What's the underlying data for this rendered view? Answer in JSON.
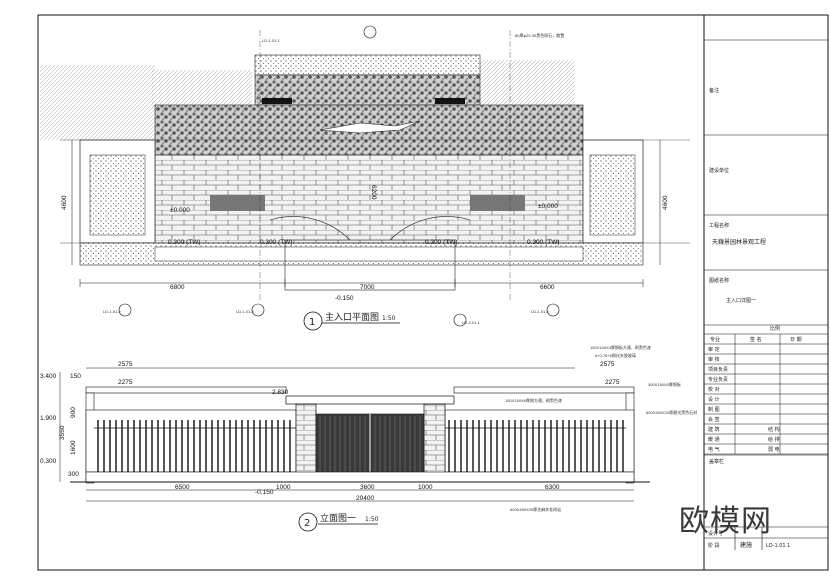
{
  "title_block": {
    "remarks_label": "备注",
    "client_label": "建设单位",
    "project_label": "工程名称",
    "project_name": "天巍景园林景观工程",
    "drawing_label": "图纸名称",
    "drawing_name": "主入口详图一",
    "scale_label": "比例",
    "sign_headers": [
      "专业",
      "签 名",
      "日 期"
    ],
    "sign_rows": [
      "审 定",
      "审 核",
      "项目负责",
      "专业负责",
      "校 对",
      "设 计",
      "制 图"
    ],
    "cosign_label": "会 签",
    "cosign_rows": [
      [
        "建 筑",
        "结 构"
      ],
      [
        "暖 通",
        "给 排"
      ],
      [
        "电 气",
        "弱 电"
      ]
    ],
    "stamp_label": "盖章栏",
    "footer_design": "设计号",
    "footer_stage": "阶 段",
    "footer_stage_value": "建施",
    "footer_sheet": "LD-1.01.1"
  },
  "plan": {
    "title": "主入口平面图",
    "number": "1",
    "scale": "1:50",
    "dims_bottom": [
      "6800",
      "7000",
      "6600"
    ],
    "dim_height": "4600",
    "dim_inner": "6200",
    "elev_labels": [
      "±0.000",
      "±0.000"
    ],
    "detail_refs": [
      "LD-1.01.2",
      "LD-1.01.2",
      "LD-2.01.1",
      "LD-1.01.2",
      "LD-1.01.1"
    ],
    "note_top": "80厚φ20-30黑色卵石，散置",
    "levels": [
      "0.300 (TW)",
      "0.300 (TW)",
      "0.300 (TW)",
      "0.300 (TW)",
      "-0.150"
    ]
  },
  "elevation": {
    "title": "立面图一",
    "number": "2",
    "scale": "1:50",
    "dims_top": [
      "2575",
      "2275",
      "2575",
      "2275"
    ],
    "dims_bottom": [
      "6500",
      "1000",
      "3600",
      "1000",
      "6300"
    ],
    "dim_total": "20400",
    "dim_side": [
      "150",
      "900",
      "1600",
      "3550",
      "300"
    ],
    "levels": [
      "3.400",
      "2.830",
      "1.900",
      "0.300",
      "-0.150"
    ],
    "notes": [
      "150X100X4厚钢板方通，刷黑色漆",
      "6+0.76+6钢化夹胶玻璃",
      "150X150X6厚钢方通，刷黑色漆",
      "300X150X5厚钢板",
      "600X300X20厚磨光黑色石材",
      "600X450X25厚芝麻灰花岗岩"
    ]
  },
  "watermark": "欧模网",
  "colors": {
    "line": "#1a1a1a",
    "stone": "#6b6b6b",
    "gravel": "#9a9a9a"
  }
}
